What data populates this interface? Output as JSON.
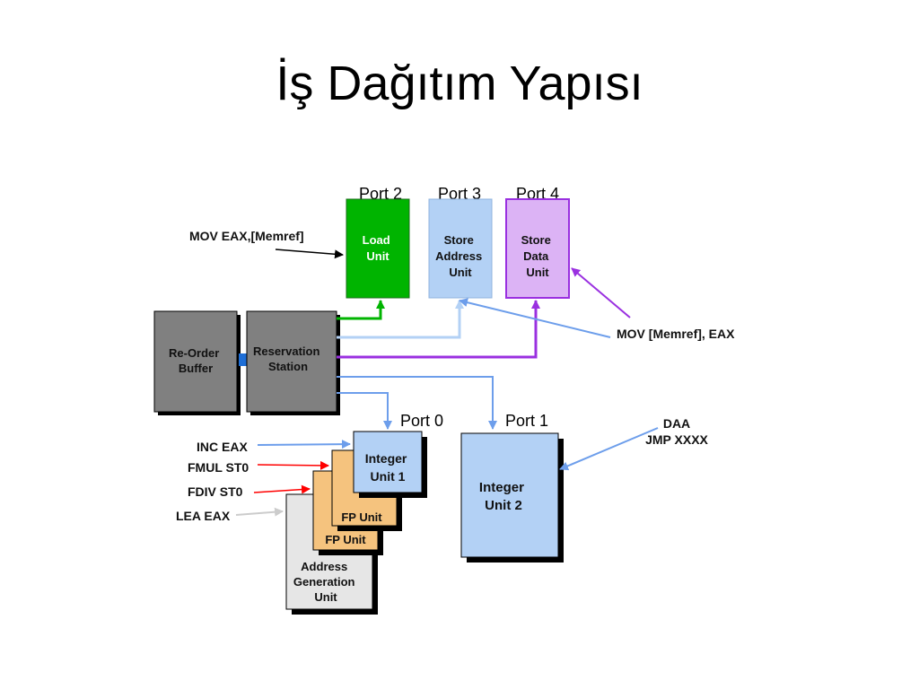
{
  "slide": {
    "title": "İş Dağıtım Yapısı"
  },
  "ports": {
    "p2": "Port 2",
    "p3": "Port 3",
    "p4": "Port 4",
    "p0": "Port 0",
    "p1": "Port 1"
  },
  "units": {
    "load": [
      "Load",
      "Unit"
    ],
    "store_address": [
      "Store",
      "Address",
      "Unit"
    ],
    "store_data": [
      "Store",
      "Data",
      "Unit"
    ],
    "reorder_buffer": [
      "Re-Order",
      "Buffer"
    ],
    "reservation_station": [
      "Reservation",
      "Station"
    ],
    "integer1": [
      "Integer",
      "Unit 1"
    ],
    "fp_unit_a": "FP Unit",
    "fp_unit_b": "FP Unit",
    "agu": [
      "Address",
      "Generation",
      "Unit"
    ],
    "integer2": [
      "Integer",
      "Unit 2"
    ]
  },
  "instructions": {
    "mov_load": "MOV EAX,[Memref]",
    "mov_store": "MOV [Memref], EAX",
    "inc": "INC EAX",
    "fmul": "FMUL ST0",
    "fdiv": "FDIV ST0",
    "lea": "LEA EAX",
    "daa": "DAA",
    "jmp": "JMP XXXX"
  },
  "colors": {
    "green": "#00b400",
    "light_blue": "#b3d1f5",
    "purple": "#9a30e0",
    "lavender": "#dcb3f5",
    "gray": "#808080",
    "orange": "#f5c37e",
    "blue_arrow": "#6d9eeb",
    "red_arrow": "#ff0000",
    "agu_fill": "#e6e6e6"
  }
}
